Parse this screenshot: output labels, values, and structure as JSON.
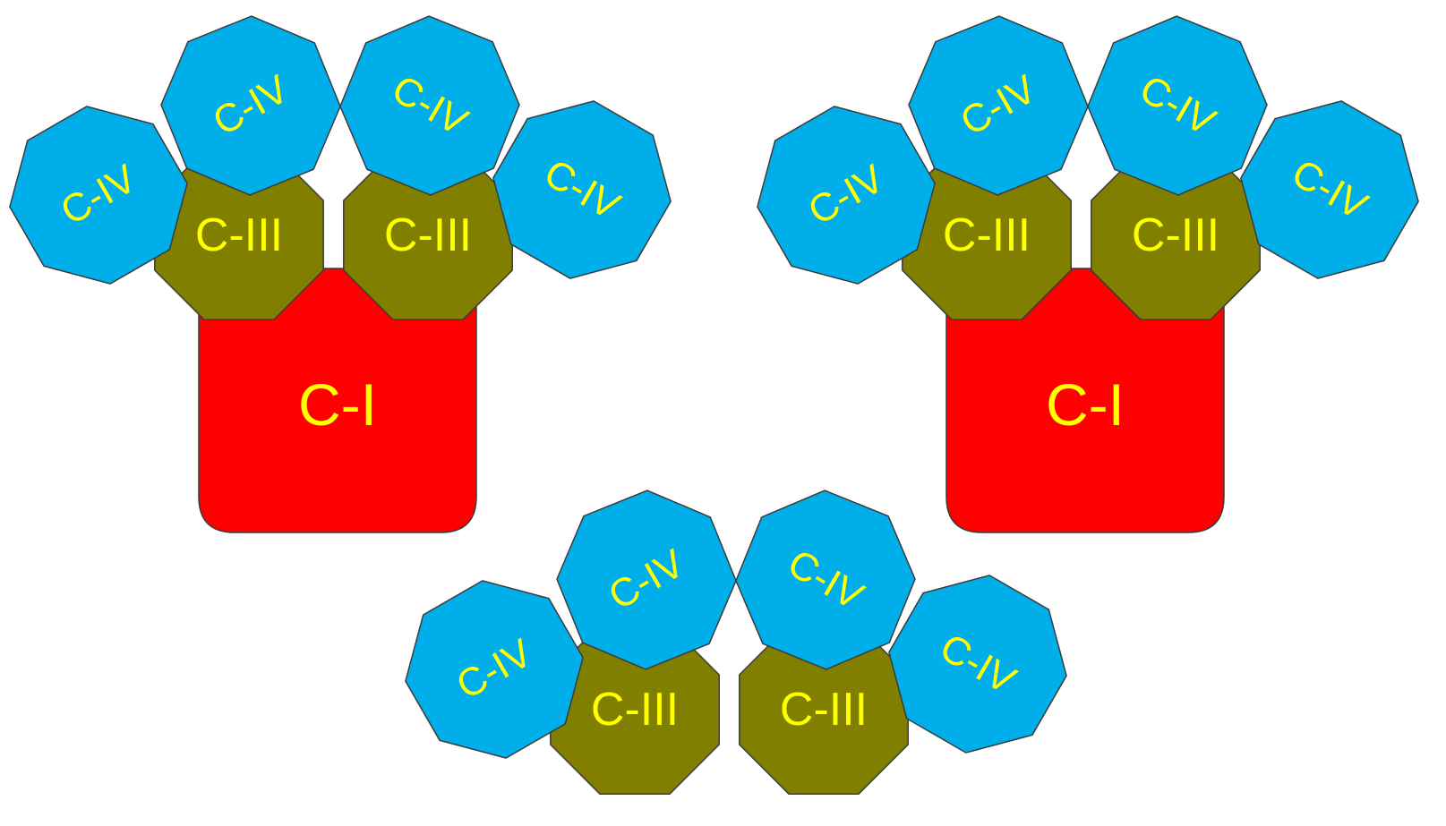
{
  "colors": {
    "complex_i": "#fe0000",
    "complex_iii": "#807f00",
    "complex_iv": "#00aee9",
    "label": "#ffff00",
    "outline": "#3a3a3a"
  },
  "labels": {
    "complex_i": "C-I",
    "complex_iii": "C-III",
    "complex_iv": "C-IV"
  },
  "supercomplexes": [
    {
      "id": "left",
      "units": [
        "C-IV",
        "C-IV",
        "C-IV",
        "C-IV",
        "C-III",
        "C-III",
        "C-I"
      ]
    },
    {
      "id": "right",
      "units": [
        "C-IV",
        "C-IV",
        "C-IV",
        "C-IV",
        "C-III",
        "C-III",
        "C-I"
      ]
    },
    {
      "id": "bottom",
      "units": [
        "C-IV",
        "C-IV",
        "C-IV",
        "C-IV",
        "C-III",
        "C-III"
      ]
    }
  ]
}
